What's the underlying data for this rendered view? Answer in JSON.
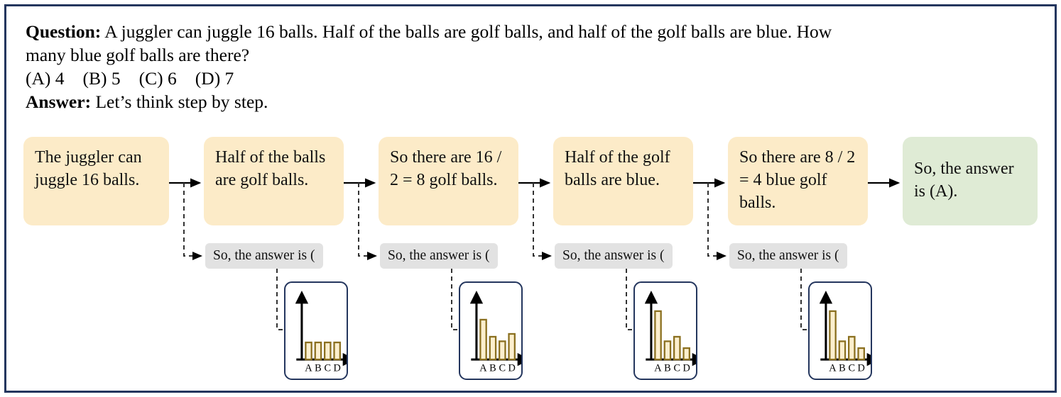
{
  "question": {
    "label": "Question:",
    "line1": "A juggler can juggle 16 balls. Half of the balls are golf balls, and half of the golf balls are blue. How",
    "line2": "many blue golf balls are there?",
    "choices": [
      "(A) 4",
      "(B) 5",
      "(C) 6",
      "(D) 7"
    ],
    "answer_label": "Answer:",
    "answer_text": "Let’s think step by step."
  },
  "steps": [
    {
      "text": "The juggler can juggle 16 balls.",
      "kind": "reasoning"
    },
    {
      "text": "Half of the balls are golf balls.",
      "kind": "reasoning"
    },
    {
      "text": "So there are 16 / 2 = 8 golf balls.",
      "kind": "reasoning"
    },
    {
      "text": "Half of the golf balls are blue.",
      "kind": "reasoning"
    },
    {
      "text": "So there are 8 / 2 = 4 blue golf balls.",
      "kind": "reasoning"
    },
    {
      "text": "So, the answer is (A).",
      "kind": "final"
    }
  ],
  "probes": [
    {
      "text": "So, the answer is ("
    },
    {
      "text": "So, the answer is ("
    },
    {
      "text": "So, the answer is ("
    },
    {
      "text": "So, the answer is ("
    }
  ],
  "colors": {
    "frame": "#24365e",
    "reasoning_box": "#FCEBC8",
    "final_box": "#DFEBD5",
    "probe_box": "#E2E2E2",
    "bar_fill": "#FCEFCE",
    "bar_stroke": "#8B7020",
    "axis": "#000000"
  },
  "chart_data": [
    {
      "type": "bar",
      "title": "",
      "categories": [
        "A",
        "B",
        "C",
        "D"
      ],
      "values": [
        0.3,
        0.3,
        0.3,
        0.3
      ],
      "xlabel": "",
      "ylabel": "",
      "ylim": [
        0,
        1
      ],
      "grid": false,
      "legend": "none"
    },
    {
      "type": "bar",
      "title": "",
      "categories": [
        "A",
        "B",
        "C",
        "D"
      ],
      "values": [
        0.7,
        0.4,
        0.32,
        0.45
      ],
      "xlabel": "",
      "ylabel": "",
      "ylim": [
        0,
        1
      ],
      "grid": false,
      "legend": "none"
    },
    {
      "type": "bar",
      "title": "",
      "categories": [
        "A",
        "B",
        "C",
        "D"
      ],
      "values": [
        0.85,
        0.32,
        0.4,
        0.2
      ],
      "xlabel": "",
      "ylabel": "",
      "ylim": [
        0,
        1
      ],
      "grid": false,
      "legend": "none"
    },
    {
      "type": "bar",
      "title": "",
      "categories": [
        "A",
        "B",
        "C",
        "D"
      ],
      "values": [
        0.85,
        0.32,
        0.4,
        0.2
      ],
      "xlabel": "",
      "ylabel": "",
      "ylim": [
        0,
        1
      ],
      "grid": false,
      "legend": "none"
    }
  ]
}
